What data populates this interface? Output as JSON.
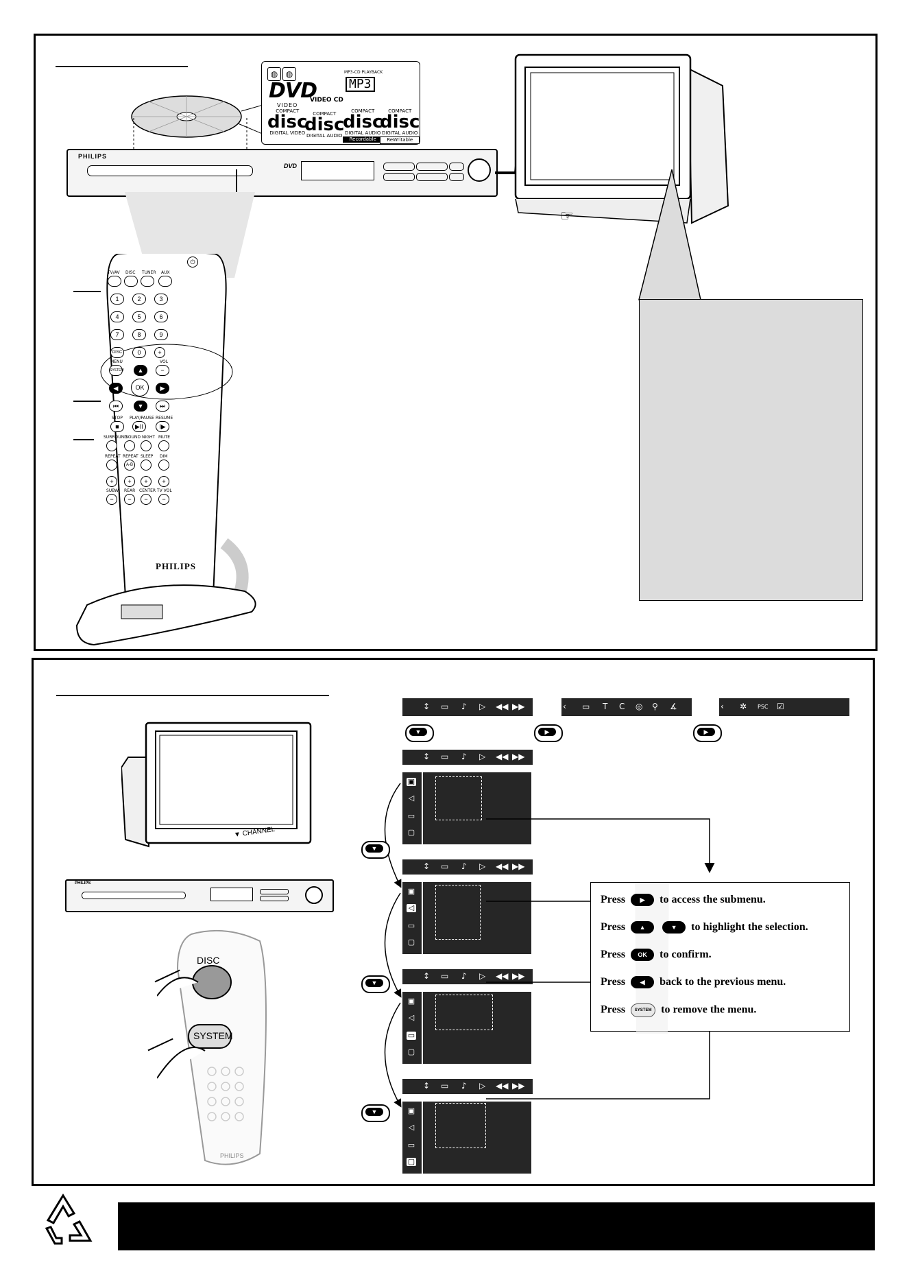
{
  "top_panel": {
    "logos": {
      "dvd": "DVD",
      "video": "VIDEO",
      "video_cd": "VIDEO CD",
      "mp3_playback": "MP3-CD PLAYBACK",
      "mp3": "MP3",
      "disc_items": [
        {
          "top": "COMPACT",
          "word": "disc",
          "caption": "DIGITAL VIDEO"
        },
        {
          "top": "COMPACT",
          "word": "disc",
          "caption": "DIGITAL AUDIO"
        },
        {
          "top": "COMPACT",
          "word": "disc",
          "caption": "DIGITAL AUDIO",
          "tag": "Recordable"
        },
        {
          "top": "COMPACT",
          "word": "disc",
          "caption": "DIGITAL AUDIO",
          "tag": "ReWritable"
        }
      ]
    },
    "player_brand": "PHILIPS",
    "player_dvd_mark": "DVD",
    "remote": {
      "source_keys": [
        "TV/AV",
        "DISC",
        "TUNER",
        "AUX"
      ],
      "digits": [
        "1",
        "2",
        "3",
        "4",
        "5",
        "6",
        "7",
        "8",
        "9",
        "DISC",
        "0",
        "+"
      ],
      "menu_label": "MENU",
      "vol_label": "VOL",
      "system_label": "SYSTEM",
      "ok_label": "OK",
      "play_labels": [
        "STOP",
        "PLAY/PAUSE",
        "RESUME"
      ],
      "mode_labels": [
        "SURROUND",
        "SOUND",
        "NIGHT",
        "MUTE"
      ],
      "repeat_labels": [
        "REPEAT",
        "REPEAT",
        "SLEEP",
        "DIM"
      ],
      "repeat_ab": "A-B",
      "level_labels": [
        "SUBW",
        "REAR",
        "CENTER",
        "TV VOL"
      ],
      "brand": "PHILIPS"
    }
  },
  "bottom_panel": {
    "tv_label": "CHANNEL",
    "remote": {
      "disc_label": "DISC",
      "system_label": "SYSTEM",
      "brand": "PHILIPS"
    },
    "bar2_psc": "PSC",
    "instructions": [
      {
        "press": "Press",
        "button": "▶",
        "text": "to access the submenu."
      },
      {
        "press": "Press",
        "button": "▲",
        "button2": "▼",
        "text": "to highlight the selection."
      },
      {
        "press": "Press",
        "button": "OK",
        "text": "to confirm."
      },
      {
        "press": "Press",
        "button": "◀",
        "text": "back to the previous menu."
      },
      {
        "press": "Press",
        "button": "SYSTEM",
        "text": "to remove the menu."
      }
    ]
  }
}
